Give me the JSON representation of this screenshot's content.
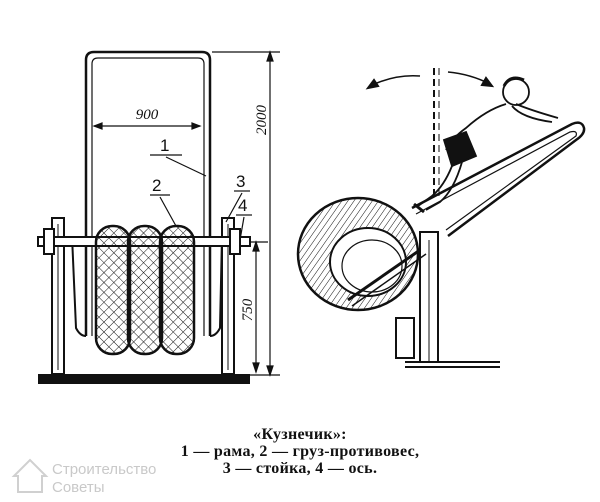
{
  "dimensions": {
    "width_900": "900",
    "height_2000": "2000",
    "height_750": "750"
  },
  "callouts": {
    "n1": "1",
    "n2": "2",
    "n3": "3",
    "n4": "4"
  },
  "caption": {
    "title": "«Кузнечик»:",
    "line1": "1 — рама, 2 — груз-противовес,",
    "line2": "3 — стойка, 4 — ось."
  },
  "watermark": {
    "line1": "Строительство",
    "line2": "Советы"
  },
  "colors": {
    "ink": "#111111",
    "watermark": "#c9c9c9"
  }
}
